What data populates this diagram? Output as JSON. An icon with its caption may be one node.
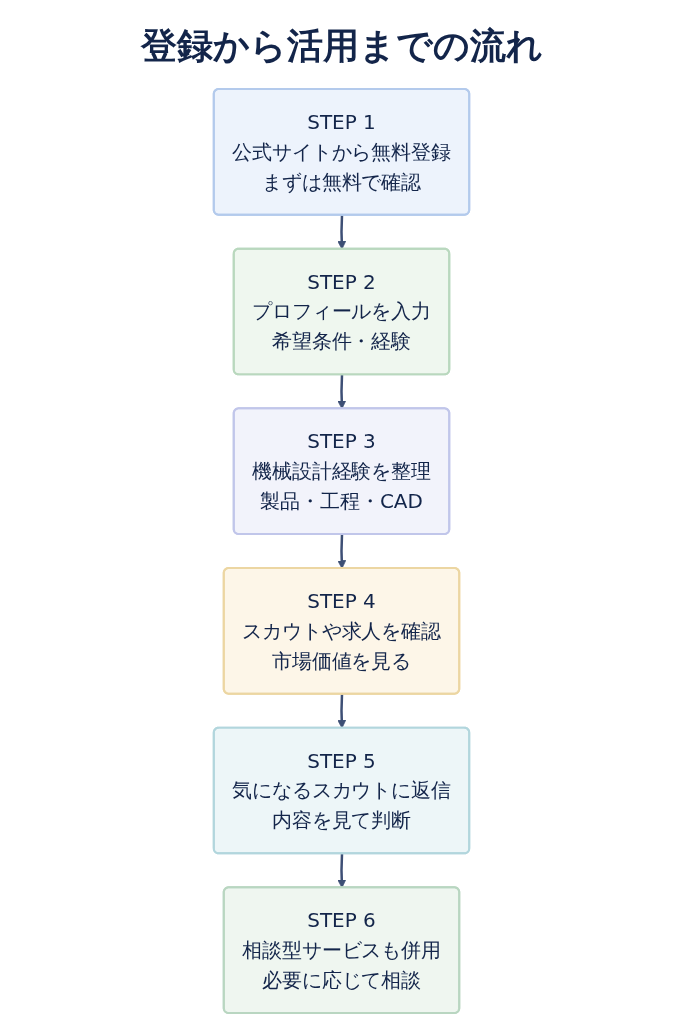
{
  "diagram": {
    "title": "登録から活用までの流れ",
    "nodes": [
      {
        "text": [
          "STEP 1",
          "公式サイトから無料登録",
          "まずは無料で確認"
        ]
      },
      {
        "text": [
          "STEP 2",
          "プロフィールを入力",
          "希望条件・経験"
        ]
      },
      {
        "text": [
          "STEP 3",
          "機械設計経験を整理",
          "製品・工程・CAD"
        ]
      },
      {
        "text": [
          "STEP 4",
          "スカウトや求人を確認",
          "市場価値を見る"
        ]
      },
      {
        "text": [
          "STEP 5",
          "気になるスカウトに返信",
          "内容を見て判断"
        ]
      },
      {
        "text": [
          "STEP 6",
          "相談型サービスも併用",
          "必要に応じて相談"
        ]
      }
    ],
    "edges": [
      {
        "from": 0,
        "to": 1,
        "arrow": "to"
      },
      {
        "from": 1,
        "to": 2,
        "arrow": "to"
      },
      {
        "from": 2,
        "to": 3,
        "arrow": "to"
      },
      {
        "from": 3,
        "to": 4,
        "arrow": "to"
      },
      {
        "from": 4,
        "to": 5,
        "arrow": "to"
      }
    ]
  }
}
